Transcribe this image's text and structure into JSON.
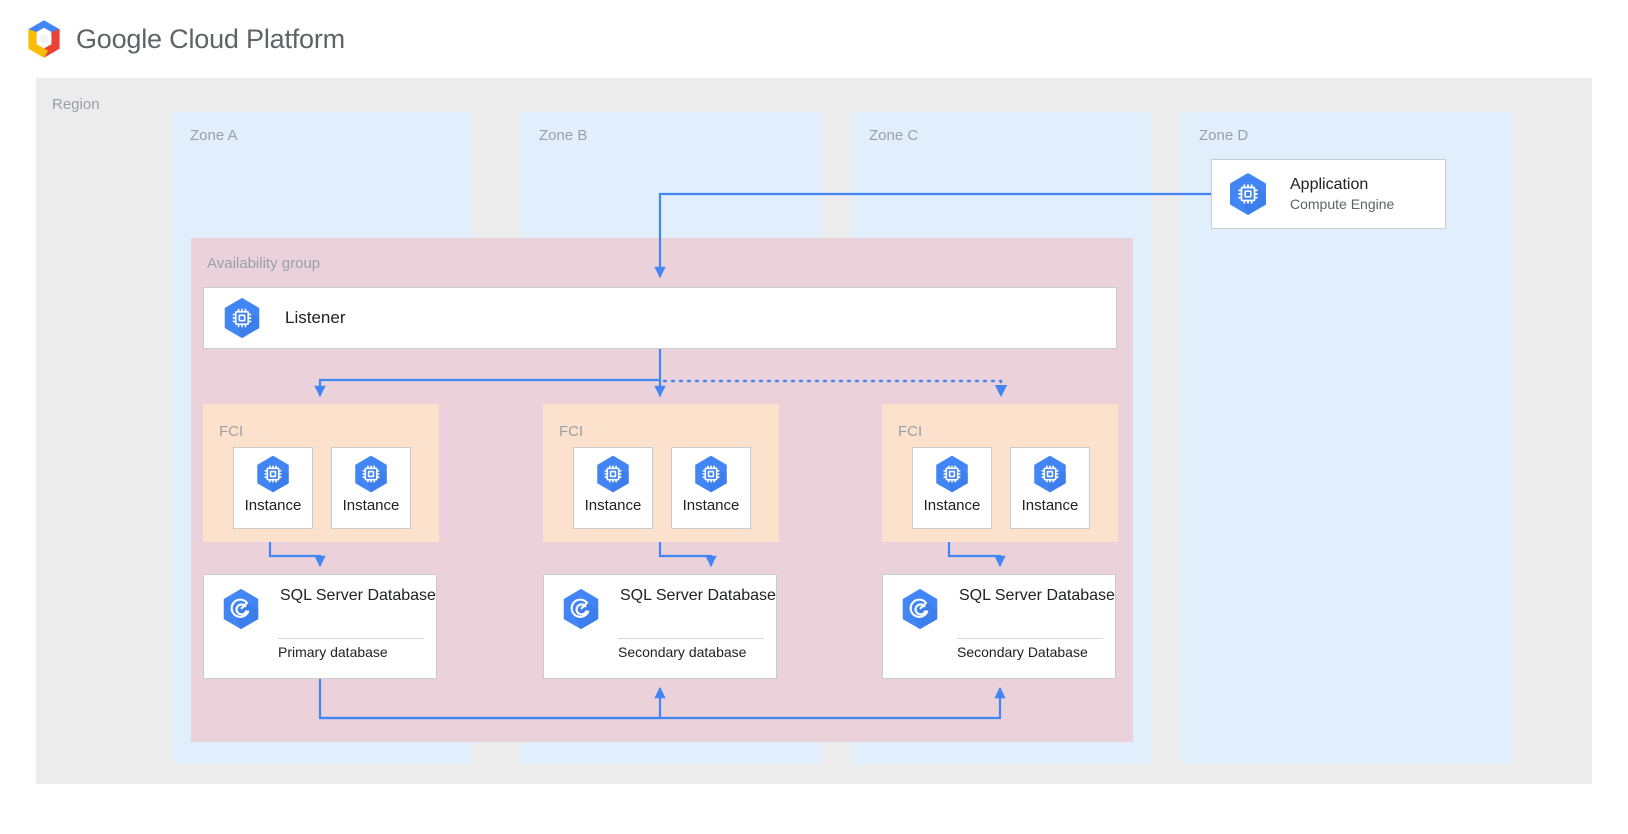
{
  "header": {
    "logo_icon": "google-cloud-hexagon-logo",
    "brand_google": "Google",
    "brand_cloud_platform": " Cloud Platform"
  },
  "colors": {
    "region_bg": "#ececec",
    "zone_bg": "#e1eefc",
    "availability_group_bg": "#ebd2da",
    "fci_bg": "#fce2cc",
    "card_bg": "#ffffff",
    "card_border": "#c8ccd0",
    "connector": "#4285f4",
    "icon_blue": "#4285f4",
    "label_gray": "#9aa0a6",
    "text_primary": "#202124",
    "text_secondary": "#5f6368"
  },
  "region": {
    "label": "Region",
    "zones": [
      {
        "id": "zone-a",
        "label": "Zone A"
      },
      {
        "id": "zone-b",
        "label": "Zone B"
      },
      {
        "id": "zone-c",
        "label": "Zone C"
      },
      {
        "id": "zone-d",
        "label": "Zone D"
      }
    ]
  },
  "application": {
    "icon": "compute-engine-icon",
    "title": "Application",
    "subtitle": "Compute Engine"
  },
  "availability_group": {
    "label": "Availability group",
    "listener": {
      "icon": "compute-engine-icon",
      "label": "Listener"
    },
    "fci_clusters": [
      {
        "id": "fci-a",
        "label": "FCI",
        "instances": [
          {
            "icon": "compute-engine-icon",
            "label": "Instance"
          },
          {
            "icon": "compute-engine-icon",
            "label": "Instance"
          }
        ]
      },
      {
        "id": "fci-b",
        "label": "FCI",
        "instances": [
          {
            "icon": "compute-engine-icon",
            "label": "Instance"
          },
          {
            "icon": "compute-engine-icon",
            "label": "Instance"
          }
        ]
      },
      {
        "id": "fci-c",
        "label": "FCI",
        "instances": [
          {
            "icon": "compute-engine-icon",
            "label": "Instance"
          },
          {
            "icon": "compute-engine-icon",
            "label": "Instance"
          }
        ]
      }
    ],
    "databases": [
      {
        "id": "db-a",
        "icon": "sql-server-database-icon",
        "title": "SQL Server Database",
        "role": "Primary database"
      },
      {
        "id": "db-b",
        "icon": "sql-server-database-icon",
        "title": "SQL Server Database",
        "role": "Secondary database"
      },
      {
        "id": "db-c",
        "icon": "sql-server-database-icon",
        "title": "SQL Server Database",
        "role": "Secondary Database"
      }
    ]
  }
}
